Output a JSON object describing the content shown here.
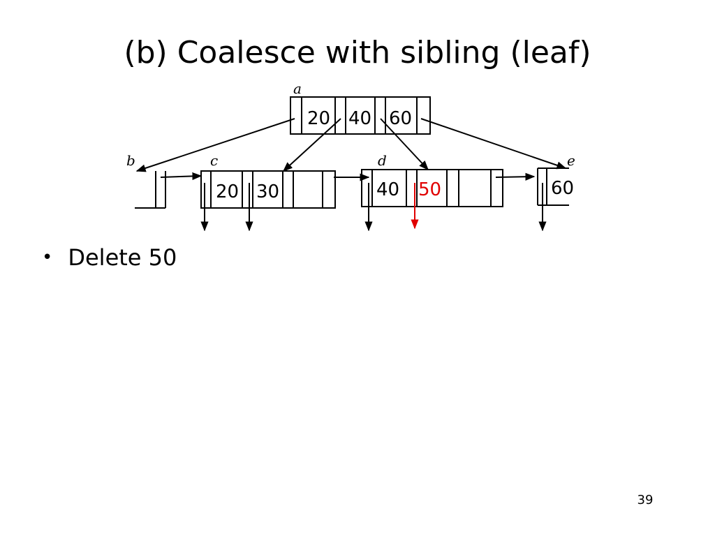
{
  "slide": {
    "title": "(b) Coalesce with sibling (leaf)",
    "bullet": "Delete 50",
    "page_number": "39"
  },
  "tree": {
    "node_labels": {
      "a": "a",
      "b": "b",
      "c": "c",
      "d": "d",
      "e": "e"
    },
    "root_keys": [
      "20",
      "40",
      "60"
    ],
    "leaf_c_keys": [
      "20",
      "30"
    ],
    "leaf_d_keys": [
      "40",
      "50"
    ],
    "leaf_e_keys": [
      "60"
    ],
    "deleted_key": "50"
  },
  "colors": {
    "line": "#000000",
    "deleted": "#e00000"
  }
}
